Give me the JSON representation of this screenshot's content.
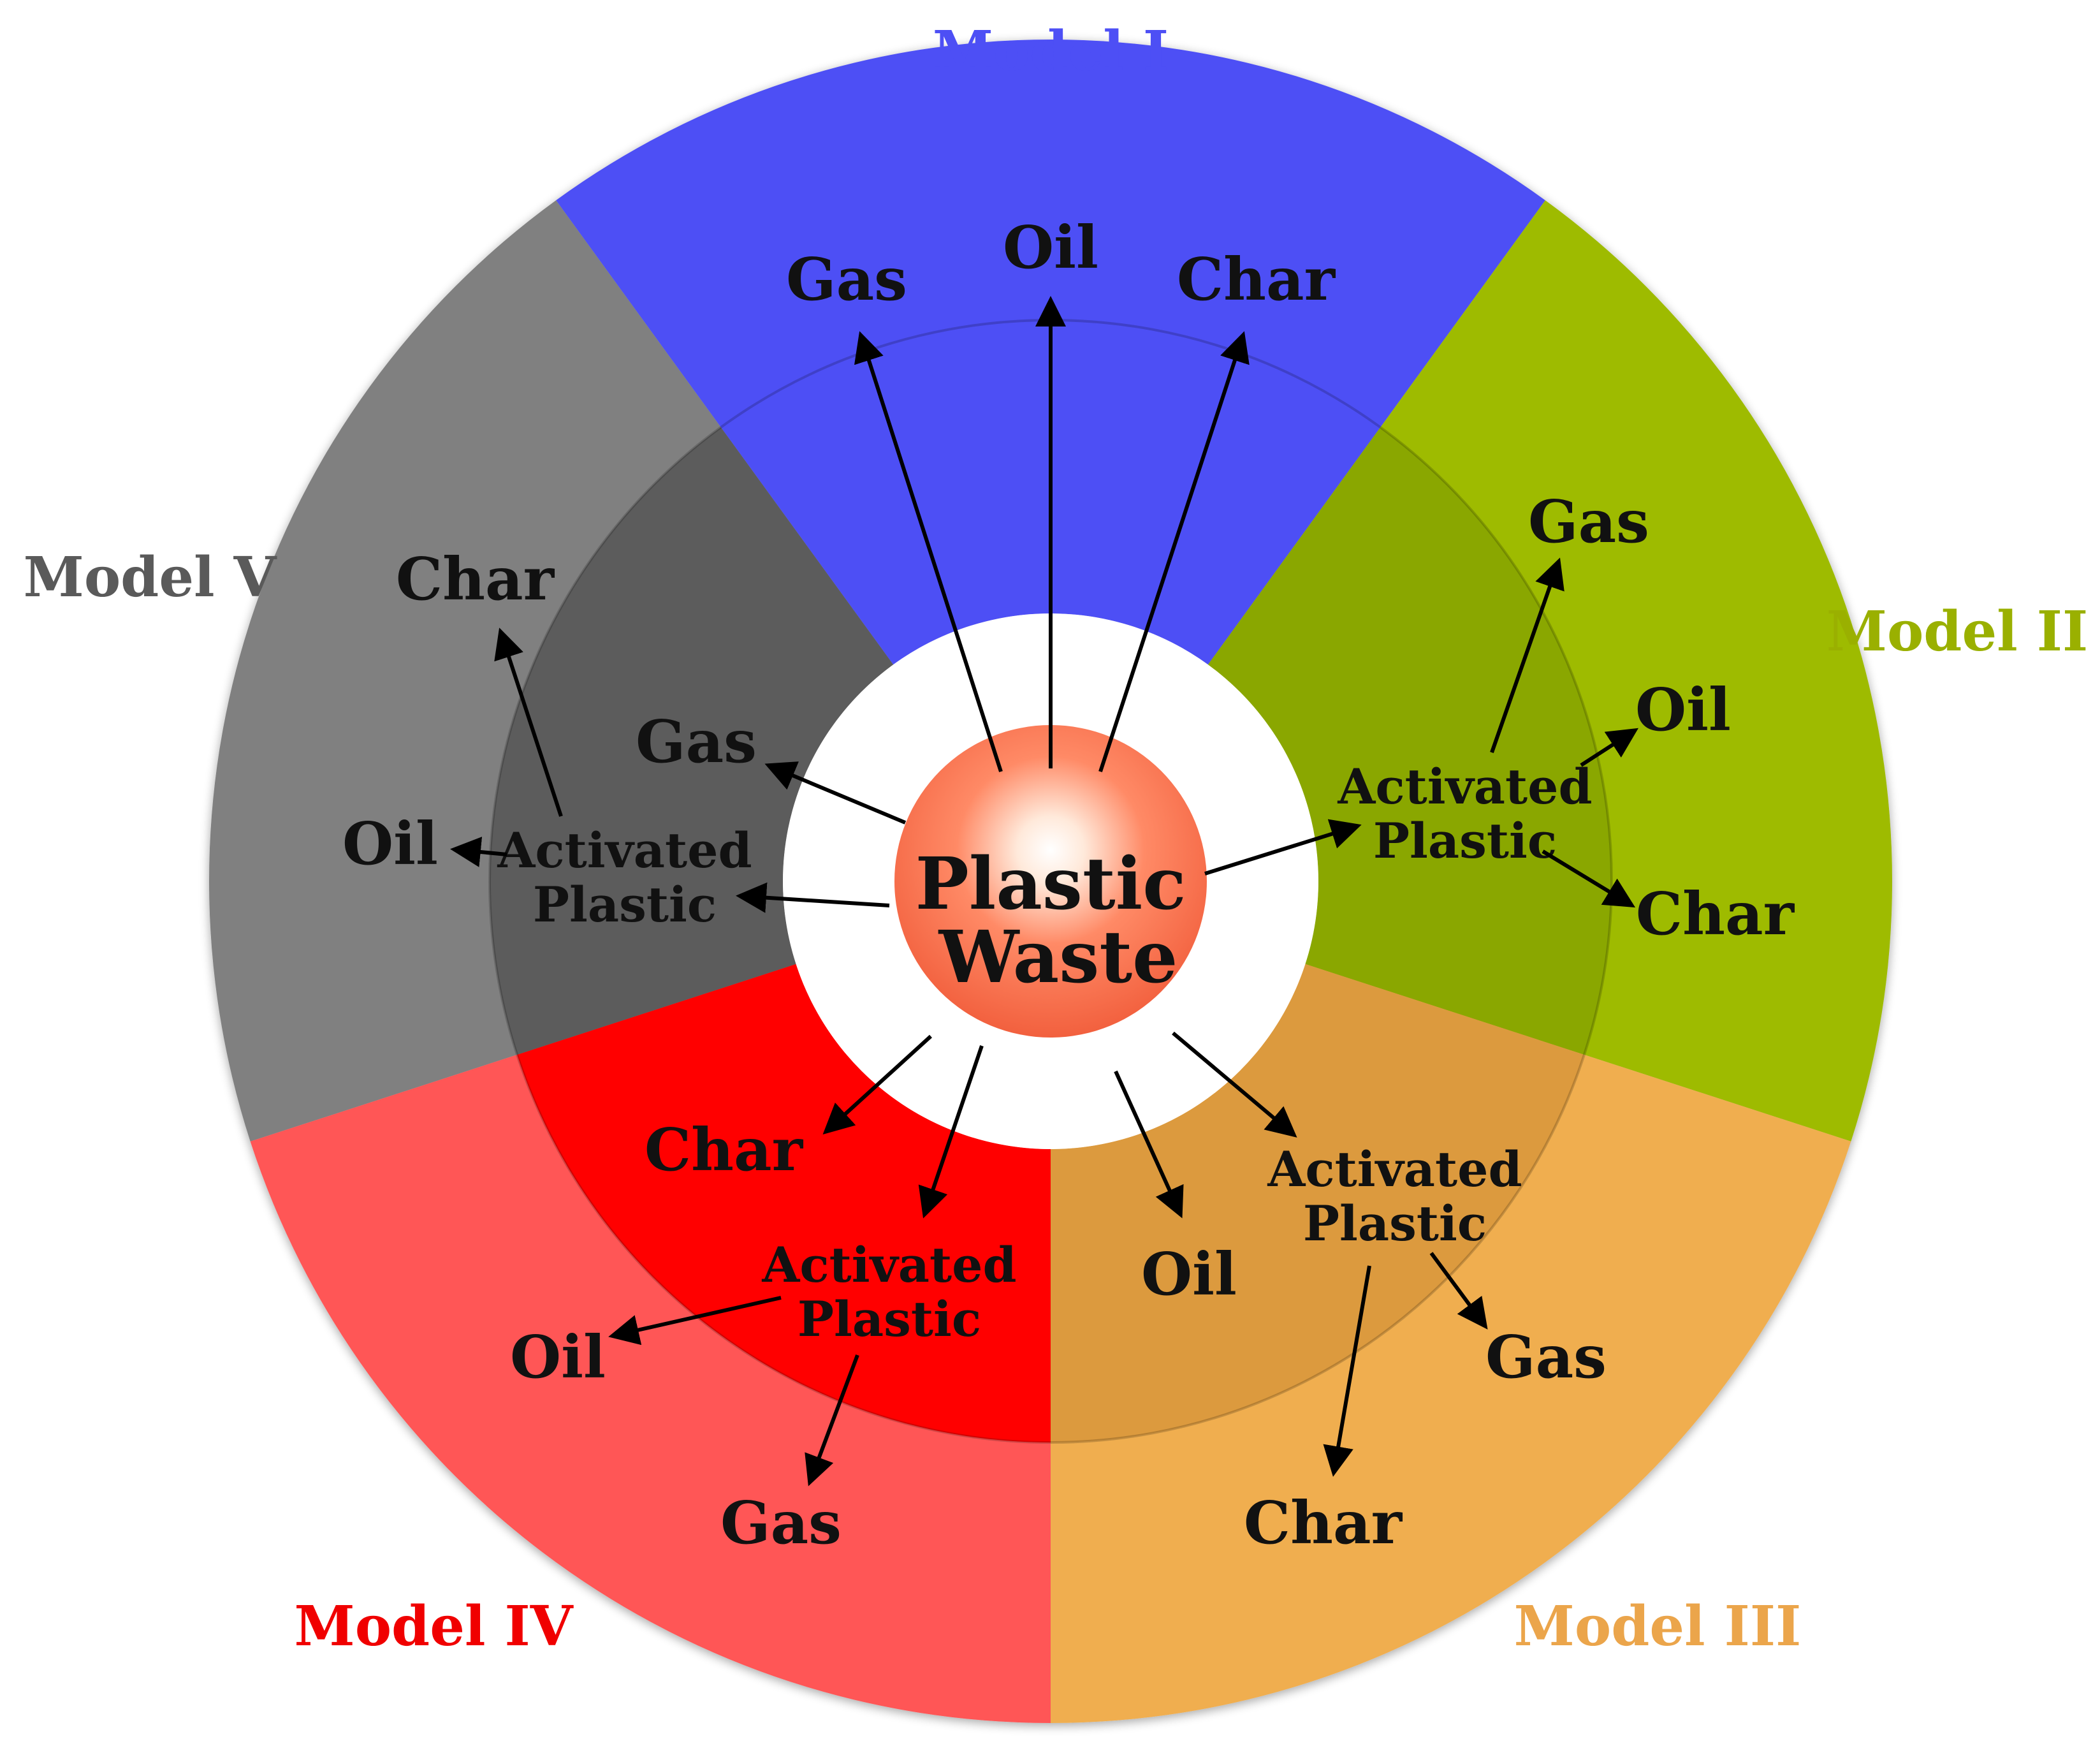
{
  "center": {
    "line1": "Plastic",
    "line2": "Waste"
  },
  "models": [
    {
      "id": "I",
      "title": "Model I",
      "color": "#4D4FF5",
      "products": {
        "gas": "Gas",
        "oil": "Oil",
        "char": "Char"
      }
    },
    {
      "id": "II",
      "title": "Model II",
      "color": "#9EBB00",
      "inner_color": "#8AA700",
      "activated": {
        "line1": "Activated",
        "line2": "Plastic"
      },
      "products": {
        "gas": "Gas",
        "oil": "Oil",
        "char": "Char"
      }
    },
    {
      "id": "III",
      "title": "Model III",
      "color": "#F0AE50",
      "inner_color": "#DC9A3E",
      "activated": {
        "line1": "Activated",
        "line2": "Plastic"
      },
      "products": {
        "oil": "Oil",
        "gas": "Gas",
        "char": "Char"
      }
    },
    {
      "id": "IV",
      "title": "Model IV",
      "color": "#FF5757",
      "inner_color": "#FF0000",
      "activated": {
        "line1": "Activated",
        "line2": "Plastic"
      },
      "products": {
        "char": "Char",
        "oil": "Oil",
        "gas": "Gas"
      }
    },
    {
      "id": "V",
      "title": "Model V",
      "color": "#808080",
      "inner_color": "#5C5C5C",
      "activated": {
        "line1": "Activated",
        "line2": "Plastic"
      },
      "products": {
        "char": "Char",
        "gas": "Gas",
        "oil": "Oil"
      }
    }
  ],
  "title_colors": {
    "I": "#4D4FF5",
    "II": "#9AB000",
    "III": "#EBA54B",
    "IV": "#F00000",
    "V": "#5A5A5A"
  }
}
